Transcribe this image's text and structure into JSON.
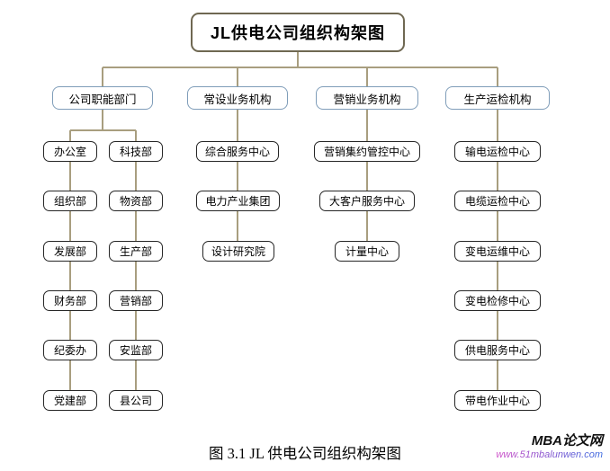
{
  "title": "JL供电公司组织构架图",
  "caption": "图 3.1 JL 供电公司组织构架图",
  "watermark": {
    "site_name": "MBA论文网",
    "site_url": "www.51mbalunwen.com"
  },
  "colors": {
    "connector": "#a89e7f",
    "title_border": "#6f6852",
    "branch_border": "#7f9db9",
    "dept_border": "#262626",
    "watermark_gradient": [
      "#d050c8",
      "#7b55d0",
      "#3a6ae0"
    ]
  },
  "branches": [
    {
      "label": "公司职能部门",
      "columns": [
        [
          "办公室",
          "组织部",
          "发展部",
          "财务部",
          "纪委办",
          "党建部"
        ],
        [
          "科技部",
          "物资部",
          "生产部",
          "营销部",
          "安监部",
          "县公司"
        ]
      ]
    },
    {
      "label": "常设业务机构",
      "children": [
        "综合服务中心",
        "电力产业集团",
        "设计研究院"
      ]
    },
    {
      "label": "营销业务机构",
      "children": [
        "营销集约管控中心",
        "大客户服务中心",
        "计量中心"
      ]
    },
    {
      "label": "生产运检机构",
      "children": [
        "输电运检中心",
        "电缆运检中心",
        "变电运维中心",
        "变电检修中心",
        "供电服务中心",
        "带电作业中心"
      ]
    }
  ]
}
